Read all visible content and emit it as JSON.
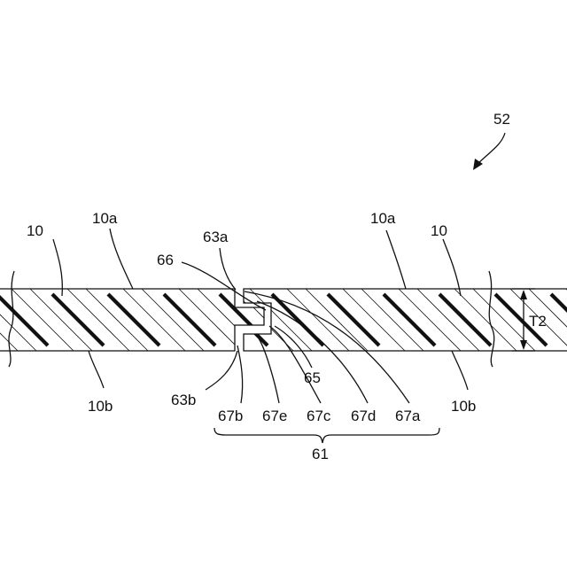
{
  "labels": {
    "fig": "52",
    "left_body": "10",
    "right_body": "10",
    "left_top": "10a",
    "right_top": "10a",
    "left_bottom": "10b",
    "right_bottom": "10b",
    "upper_face": "63a",
    "lower_face": "63b",
    "notch": "66",
    "gap": "65",
    "thickness": "T2",
    "s67b": "67b",
    "s67e": "67e",
    "s67c": "67c",
    "s67d": "67d",
    "s67a": "67a",
    "joint": "61"
  }
}
